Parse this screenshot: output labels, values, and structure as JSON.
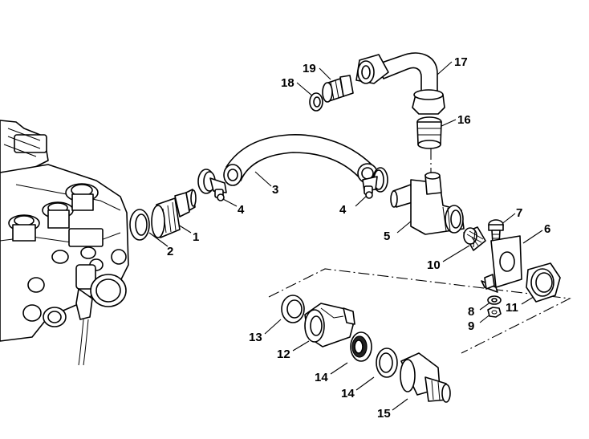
{
  "diagram": {
    "callouts": [
      {
        "id": "c1",
        "label": "1"
      },
      {
        "id": "c2",
        "label": "2"
      },
      {
        "id": "c3",
        "label": "3"
      },
      {
        "id": "c4a",
        "label": "4"
      },
      {
        "id": "c4b",
        "label": "4"
      },
      {
        "id": "c5",
        "label": "5"
      },
      {
        "id": "c6",
        "label": "6"
      },
      {
        "id": "c7",
        "label": "7"
      },
      {
        "id": "c8",
        "label": "8"
      },
      {
        "id": "c9",
        "label": "9"
      },
      {
        "id": "c10",
        "label": "10"
      },
      {
        "id": "c11",
        "label": "11"
      },
      {
        "id": "c12",
        "label": "12"
      },
      {
        "id": "c13",
        "label": "13"
      },
      {
        "id": "c14a",
        "label": "14"
      },
      {
        "id": "c14b",
        "label": "14"
      },
      {
        "id": "c15",
        "label": "15"
      },
      {
        "id": "c16",
        "label": "16"
      },
      {
        "id": "c17",
        "label": "17"
      },
      {
        "id": "c18",
        "label": "18"
      },
      {
        "id": "c19",
        "label": "19"
      }
    ]
  }
}
